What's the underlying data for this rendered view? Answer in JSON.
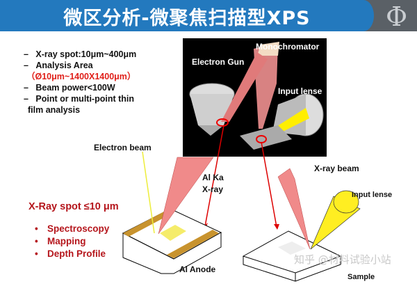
{
  "title": "微区分析-微聚焦扫描型XPS",
  "logo_text": "Φ",
  "specs": [
    {
      "dash": "–",
      "text": "X-ray spot:10μm~400μm"
    },
    {
      "dash": "–",
      "text": "Analysis Area"
    },
    {
      "dash": "",
      "text": "（Ø10μm~1400X1400μm）",
      "highlight": true
    },
    {
      "dash": "–",
      "text": "Beam power<100W"
    },
    {
      "dash": "–",
      "text": "Point or multi-point thin"
    },
    {
      "dash": "",
      "text": "film analysis"
    }
  ],
  "diagram": {
    "monochromator": "Monochromator",
    "electron_gun": "Electron Gun",
    "input_lense_top": "Input lense",
    "electron_beam": "Electron beam",
    "al_ka_1": "Al Ka",
    "al_ka_2": "X-ray",
    "xray_spot": "X-Ray spot ≤10 μm",
    "applications": [
      "Spectroscopy",
      "Mapping",
      "Depth Profile"
    ],
    "al_anode": "Al Anode",
    "xray_beam": "X-ray beam",
    "input_lense": "Input lense",
    "sample": "Sample"
  },
  "watermark": "知乎 @材料试验小站",
  "colors": {
    "header": "#2379be",
    "accent_red": "#b5161c",
    "beam": "#f08a8a",
    "lens": "#ffee00"
  }
}
